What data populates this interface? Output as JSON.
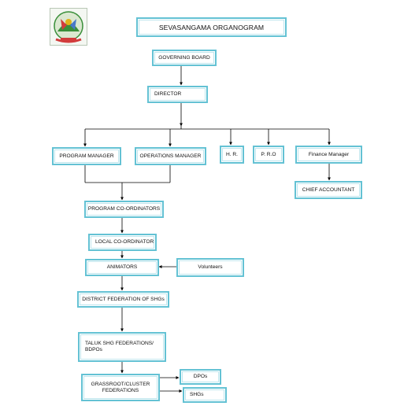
{
  "title": "SEVASANGAMA ORGANOGRAM",
  "logo": {
    "icon": "organization-logo-icon",
    "colors": [
      "#3a8f3a",
      "#d23c3c",
      "#e0b21a",
      "#4a78c8"
    ]
  },
  "boxes": {
    "governing_board": "GOVERNING BOARD",
    "director": "DIRECTOR",
    "program_manager": "PROGRAM MANAGER",
    "operations_manager": "OPERATIONS MANAGER",
    "hr": "H. R.",
    "pro": "P. R.O",
    "finance_manager": "Finance Manager",
    "chief_accountant": "CHIEF ACCOUNTANT",
    "program_coordinators": "PROGRAM CO-ORDINATORS",
    "local_coordinator": "LOCAL CO-ORDINATOR",
    "animators": "ANIMATORS",
    "volunteers": "Volunteers",
    "district_federation": "DISTRICT FEDERATION OF SHGs",
    "taluk_federations": "TALUK SHG FEDERATIONS/\nBDPOs",
    "grassroot_federations": "GRASSROOT/CLUSTER\nFEDERATIONS",
    "dpos": "DPOs",
    "shgs": "SHGs"
  },
  "colors": {
    "box_border": "#64c2d4",
    "connector": "#000000"
  }
}
